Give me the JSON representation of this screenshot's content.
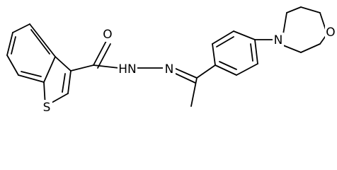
{
  "structure": {
    "atoms": {
      "o_carbonyl": "O",
      "s_thiophene": "S",
      "hn_hydrazide": "HN",
      "n_imine": "N",
      "n_morpholine": "N",
      "o_morpholine": "O"
    }
  }
}
